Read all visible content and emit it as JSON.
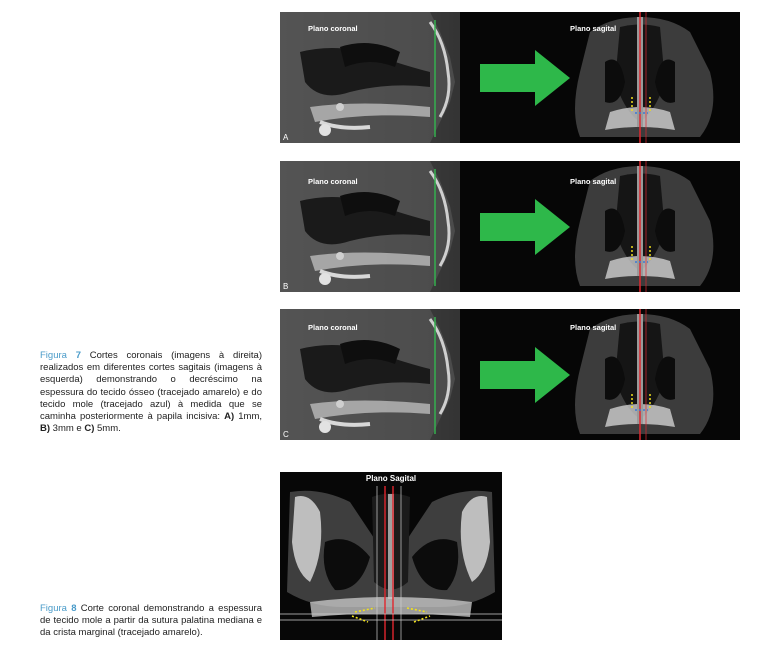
{
  "figure7": {
    "panels": [
      {
        "letter": "A",
        "label_coronal": "Plano coronal",
        "label_sagital": "Plano sagital"
      },
      {
        "letter": "B",
        "label_coronal": "Plano coronal",
        "label_sagital": "Plano sagital"
      },
      {
        "letter": "C",
        "label_coronal": "Plano coronal",
        "label_sagital": "Plano sagital"
      }
    ],
    "caption": {
      "prefix": "Figura ",
      "number": "7",
      "text_1": " Cortes coronais (imagens à direita) realizados em diferentes cortes sagitais (imagens à esquerda) demonstrando o decréscimo na espessura do tecido ósseo (tracejado amarelo) e do tecido mole (tracejado azul) à medida que se caminha posteriormente à papila incisiva: ",
      "a": "A)",
      "a_val": " 1mm, ",
      "b": "B)",
      "b_val": " 3mm e ",
      "c": "C)",
      "c_val": " 5mm."
    }
  },
  "figure8": {
    "panel_title": "Plano Sagital",
    "caption": {
      "prefix": "Figura ",
      "number": "8",
      "text": " Corte coronal demonstrando a espessura de tecido mole a partir da sutura palatina mediana e da crista marginal (tracejado amarelo)."
    }
  },
  "colors": {
    "arrow": "#2eb84a",
    "sagittal_line": "#35b04e",
    "midline": "#e0262e",
    "bone_dash": "#f2e21c",
    "soft_dash": "#3a7bd5",
    "caption_accent": "#4a9bc9"
  }
}
